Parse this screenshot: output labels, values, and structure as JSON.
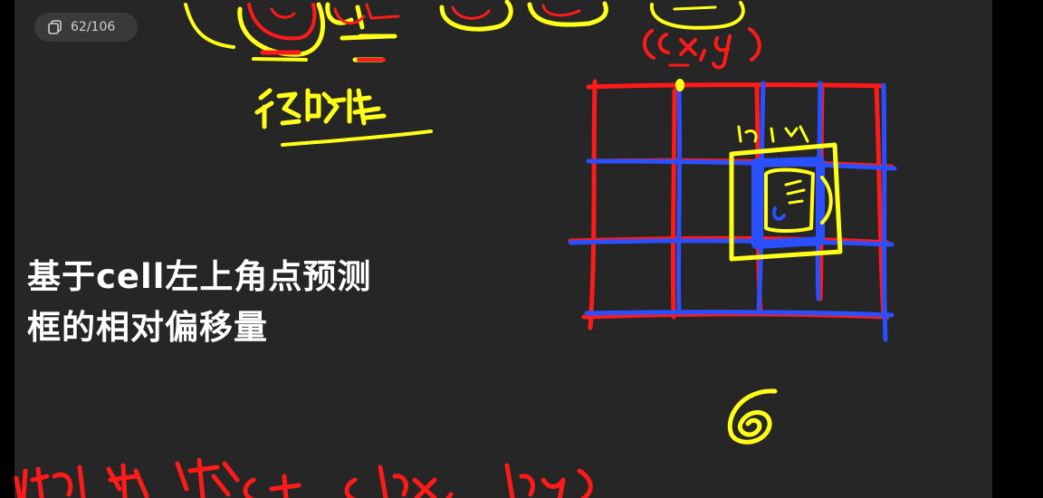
{
  "toolbar": {
    "page_counter": "62/106",
    "pages_icon": "pages-icon"
  },
  "slide": {
    "subtitle_line1": "基于cell左上角点预测",
    "subtitle_line2": "框的相对偏移量"
  },
  "colors": {
    "background": "#262626",
    "pen_red": "#ff1a1a",
    "pen_yellow": "#ffff1a",
    "pen_blue": "#2a4fff",
    "text": "#ffffff"
  }
}
